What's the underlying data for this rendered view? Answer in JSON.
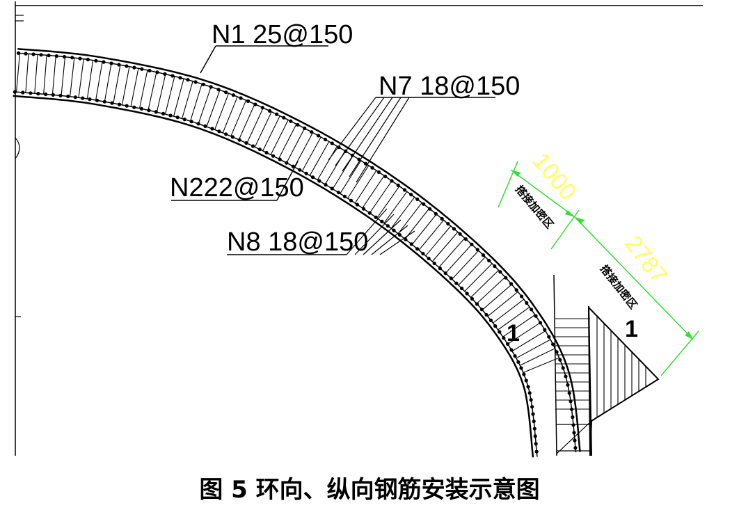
{
  "rebar_labels": {
    "n1": "N1 25@150",
    "n7": "N7 18@150",
    "n2": "N222@150",
    "n8": "N8 18@150"
  },
  "dimensions": {
    "first_zone_length": "1000",
    "second_zone_length": "2787",
    "first_zone_label": "搭接加密区",
    "second_zone_label": "搭接加密区",
    "dimension_color": "#ffff66",
    "dimension_line_color": "#33dd33"
  },
  "section_marks": {
    "left": "1",
    "right": "1"
  },
  "caption": "图 5  环向、纵向钢筋安装示意图"
}
